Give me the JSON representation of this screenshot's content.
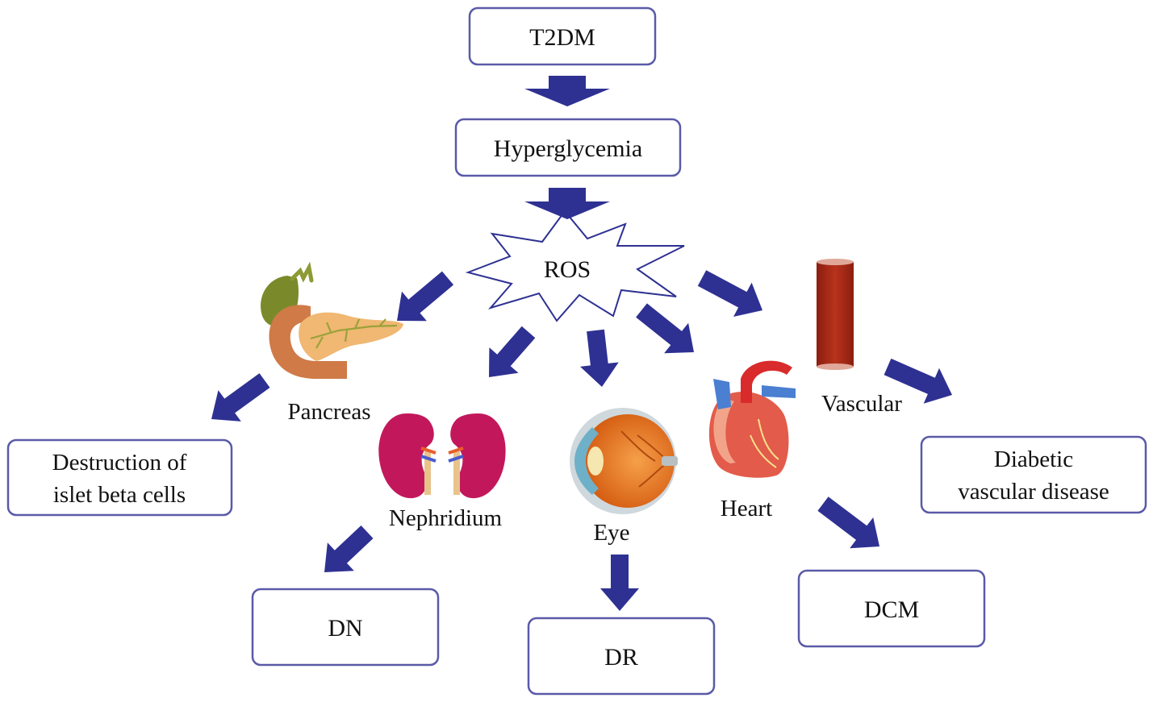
{
  "colors": {
    "arrow": "#2e3192",
    "box_border": "#5a5aa8",
    "box_fill": "#ffffff",
    "text": "#111111",
    "ros_border": "#2e3192",
    "vessel": "#a52a1a",
    "kidney": "#c2185b",
    "pancreas": "#d98c56",
    "gallbladder": "#7a8a2a",
    "heart": "#e35b4a",
    "heart_vein": "#4a7fd1",
    "eye": "#e8711f"
  },
  "boxes": {
    "t2dm": "T2DM",
    "hyperglycemia": "Hyperglycemia",
    "destruction_line1": "Destruction of",
    "destruction_line2": "islet beta cells",
    "diabetic_line1": "Diabetic",
    "diabetic_line2": "vascular disease",
    "dn": "DN",
    "dr": "DR",
    "dcm": "DCM"
  },
  "ros": "ROS",
  "organs": {
    "pancreas": "Pancreas",
    "nephridium": "Nephridium",
    "eye": "Eye",
    "heart": "Heart",
    "vascular": "Vascular"
  },
  "icons": {
    "pancreas": "pancreas-icon",
    "kidney": "kidney-icon",
    "eye": "eye-icon",
    "heart": "heart-icon",
    "vessel": "blood-vessel-icon"
  }
}
